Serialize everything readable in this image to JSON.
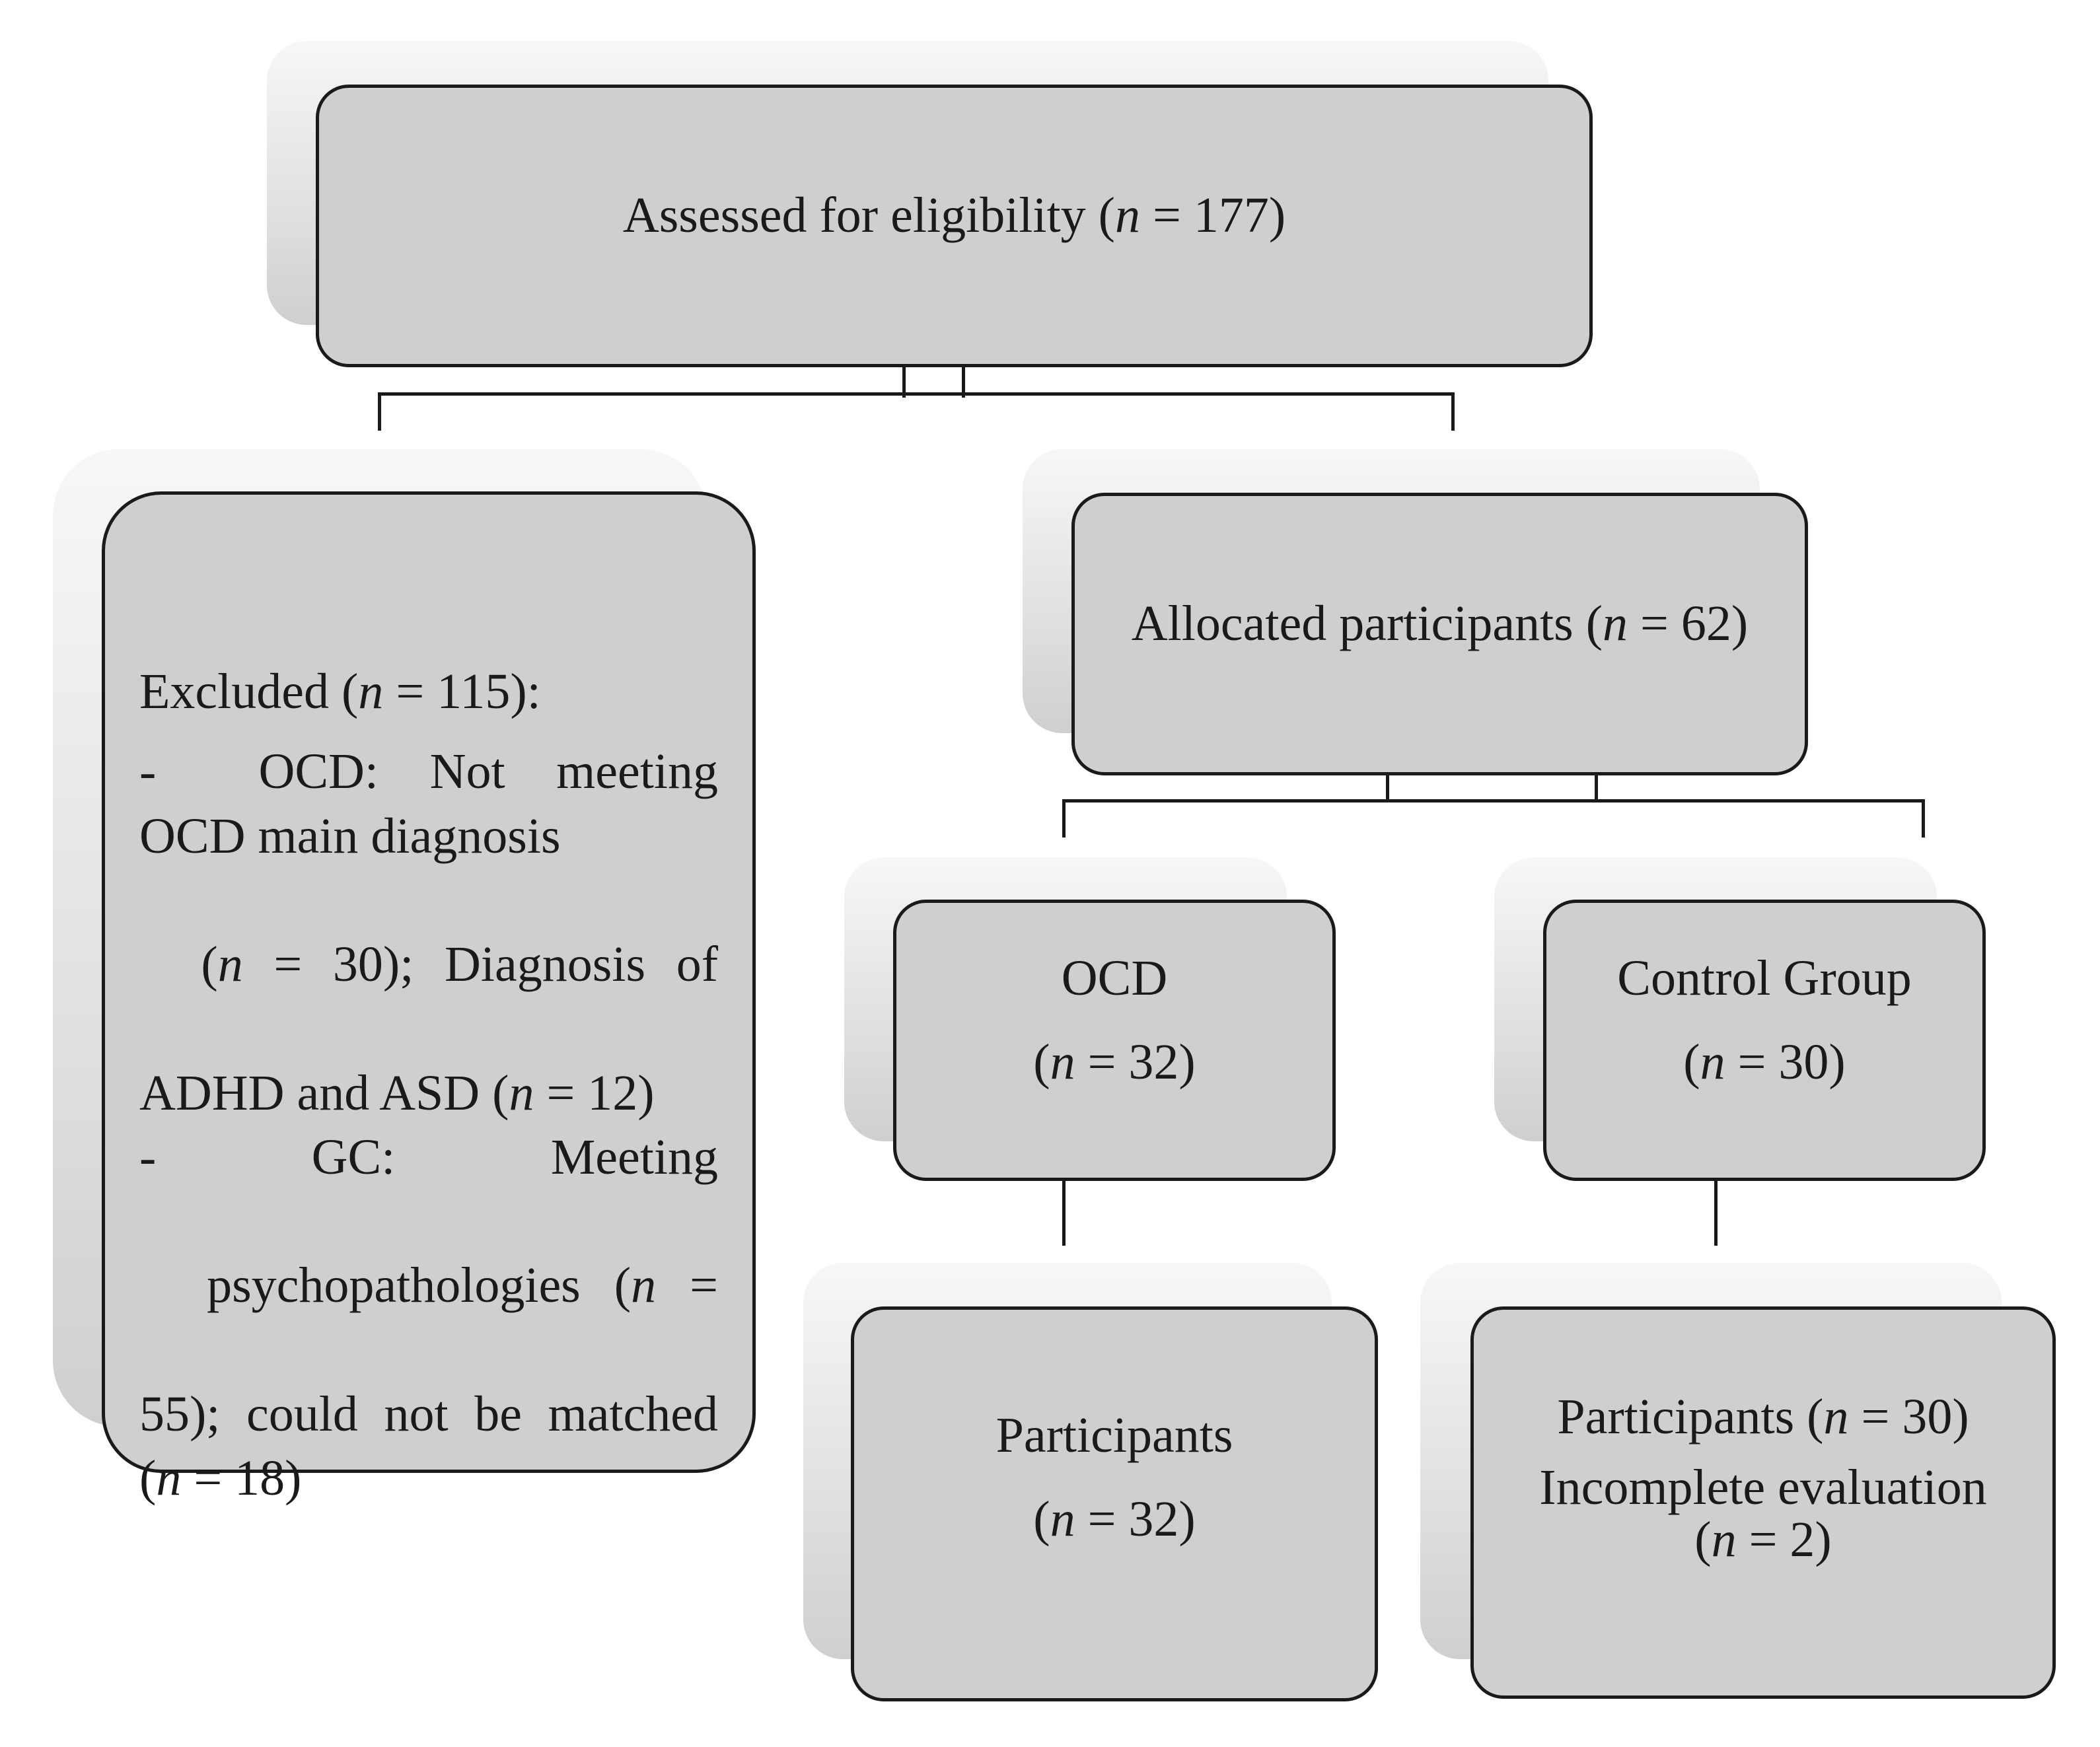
{
  "assessed": {
    "prefix": "Assessed for eligibility (",
    "n": "n",
    "suffix": " = 177)"
  },
  "excluded": {
    "heading_prefix": "Excluded (",
    "heading_n": "n",
    "heading_suffix": " = 115):",
    "line1": "-    OCD:  Not  meeting",
    "line2": "OCD main diagnosis",
    "line3_a": "(",
    "line3_n": "n",
    "line3_b": "  =  30);  Diagnosis  of",
    "line4_a": "ADHD and ASD (",
    "line4_n": "n",
    "line4_b": " = 12)",
    "line5": "-       GC:       Meeting",
    "line6_a": "psychopathologies  (",
    "line6_n": "n",
    "line6_b": "  =",
    "line7": "55); could not be matched",
    "line8_a": "(",
    "line8_n": "n",
    "line8_b": " = 18)"
  },
  "allocated": {
    "prefix": "Allocated participants (",
    "n": "n",
    "suffix": " = 62)"
  },
  "ocd_group": {
    "title": "OCD",
    "n_prefix": "(",
    "n": "n",
    "n_suffix": " = 32)"
  },
  "control_group": {
    "title": "Control Group",
    "n_prefix": "(",
    "n": "n",
    "n_suffix": " = 30)"
  },
  "ocd_participants": {
    "title": "Participants",
    "n_prefix": "(",
    "n": "n",
    "n_suffix": " = 32)"
  },
  "control_participants": {
    "line1_prefix": "Participants (",
    "line1_n": "n",
    "line1_suffix": " = 30)",
    "line2": "Incomplete evaluation",
    "line3_prefix": "(",
    "line3_n": "n",
    "line3_suffix": " = 2)"
  }
}
